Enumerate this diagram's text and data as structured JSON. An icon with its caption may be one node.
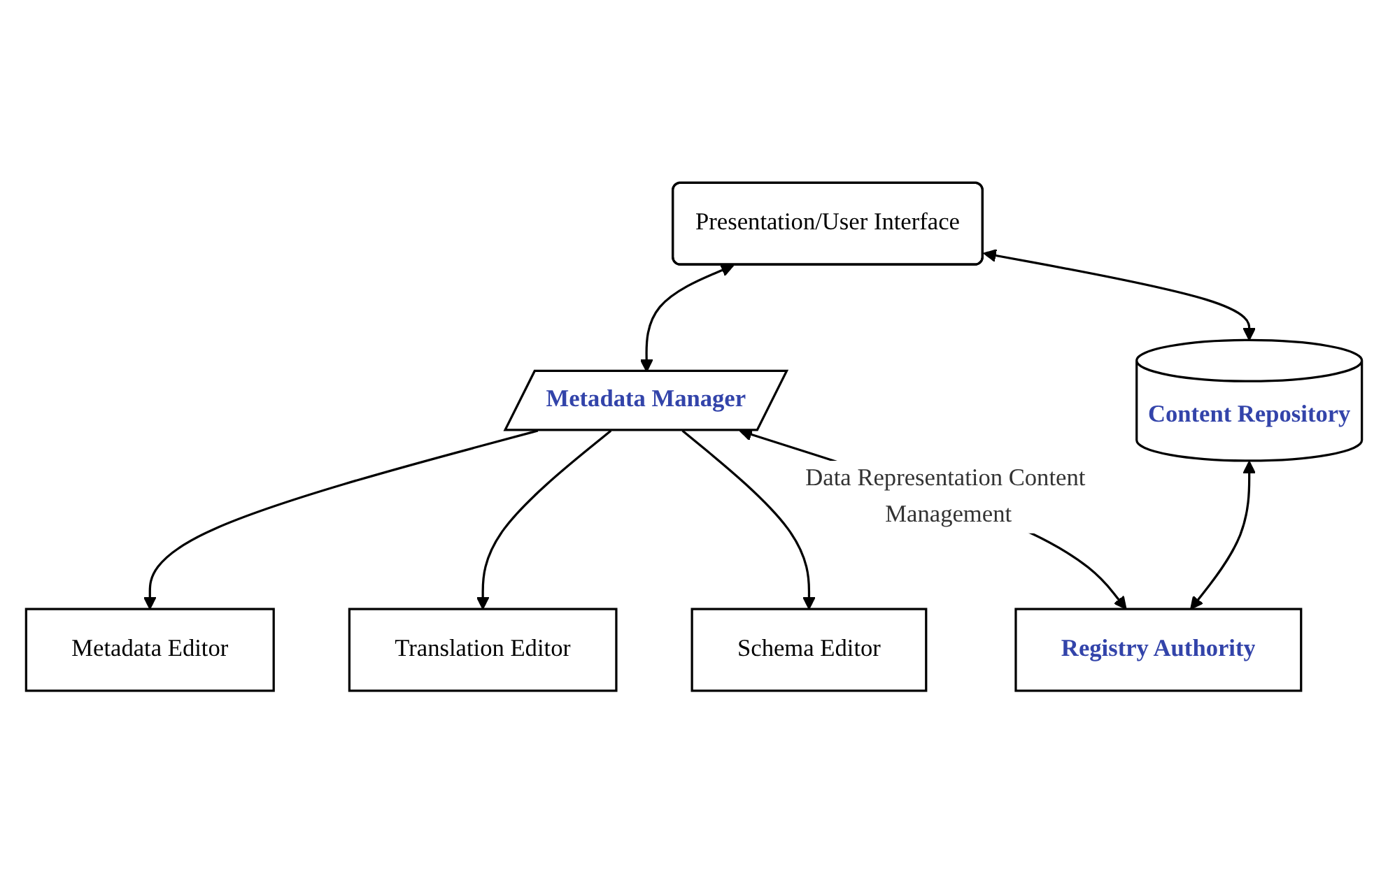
{
  "diagram": {
    "nodes": [
      {
        "text": [
          "Presentation/User Interface"
        ]
      },
      {
        "text": [
          "Metadata Manager"
        ]
      },
      {
        "text": [
          "Metadata Editor"
        ]
      },
      {
        "text": [
          "Translation Editor"
        ]
      },
      {
        "text": [
          "Schema Editor"
        ]
      },
      {
        "text": [
          "Content Repository"
        ]
      },
      {
        "text": [
          "Registry Authority"
        ]
      }
    ],
    "edges": [
      {
        "from": 0,
        "to": 1,
        "arrow": "both"
      },
      {
        "from": 0,
        "to": 5,
        "arrow": "both"
      },
      {
        "from": 1,
        "to": 2,
        "arrow": "to"
      },
      {
        "from": 1,
        "to": 3,
        "arrow": "to"
      },
      {
        "from": 1,
        "to": 4,
        "arrow": "to"
      },
      {
        "from": 1,
        "to": 6,
        "arrow": "both",
        "label": "Data Representation Content Management"
      },
      {
        "from": 5,
        "to": 6,
        "arrow": "both"
      }
    ]
  }
}
